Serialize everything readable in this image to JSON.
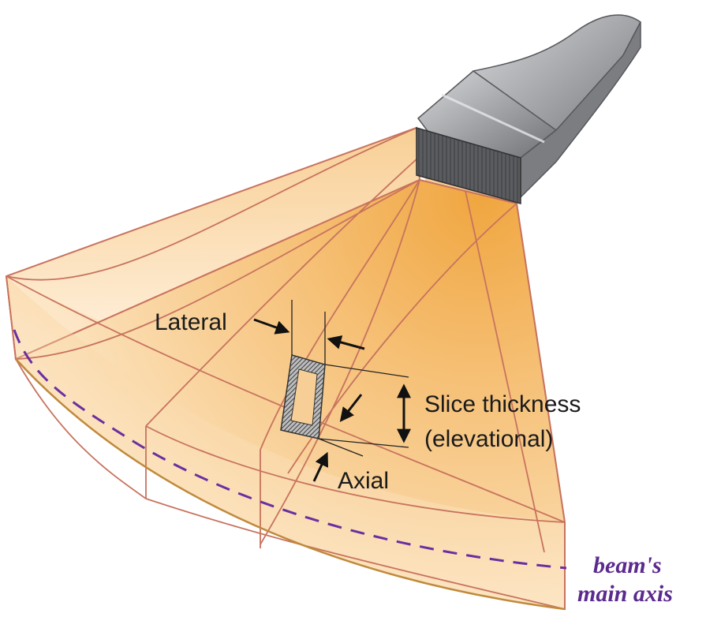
{
  "labels": {
    "lateral": "Lateral",
    "slice_line1": "Slice thickness",
    "slice_line2": "(elevational)",
    "axial": "Axial",
    "beam_line1": "beam's",
    "beam_line2": "main axis"
  },
  "colors": {
    "beam_fill": "#f6c27a",
    "beam_edge": "#c8735e",
    "probe_metal": "#9a9ca0",
    "probe_face": "#5e6064",
    "voxel_hatch": "#444444",
    "axis_dash": "#6a2fa0",
    "axis_text": "#5b2a8e"
  },
  "icons": [
    "ultrasound-probe-icon",
    "arrow-icon"
  ]
}
